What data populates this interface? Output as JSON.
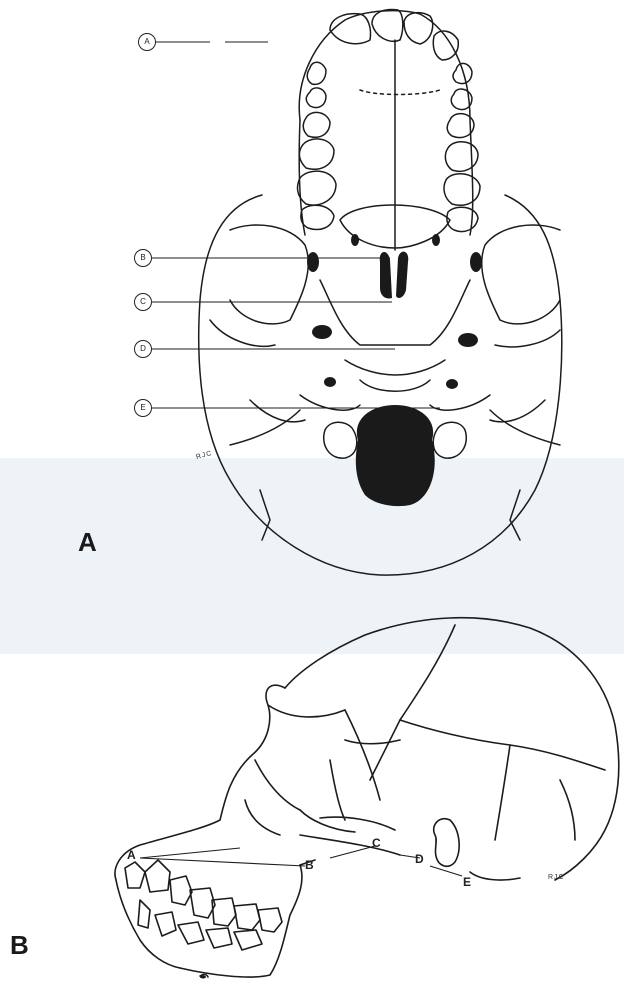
{
  "panels": {
    "a": {
      "letter": "A"
    },
    "b": {
      "letter": "B"
    }
  },
  "ventral_labels": [
    "A",
    "B",
    "C",
    "D",
    "E"
  ],
  "lateral_labels": [
    "A",
    "B",
    "C",
    "D",
    "E"
  ],
  "initials": "RJC",
  "colors": {
    "line": "#1c1c1c",
    "fill": "#1a1a1a",
    "band": "#eef3f7"
  }
}
